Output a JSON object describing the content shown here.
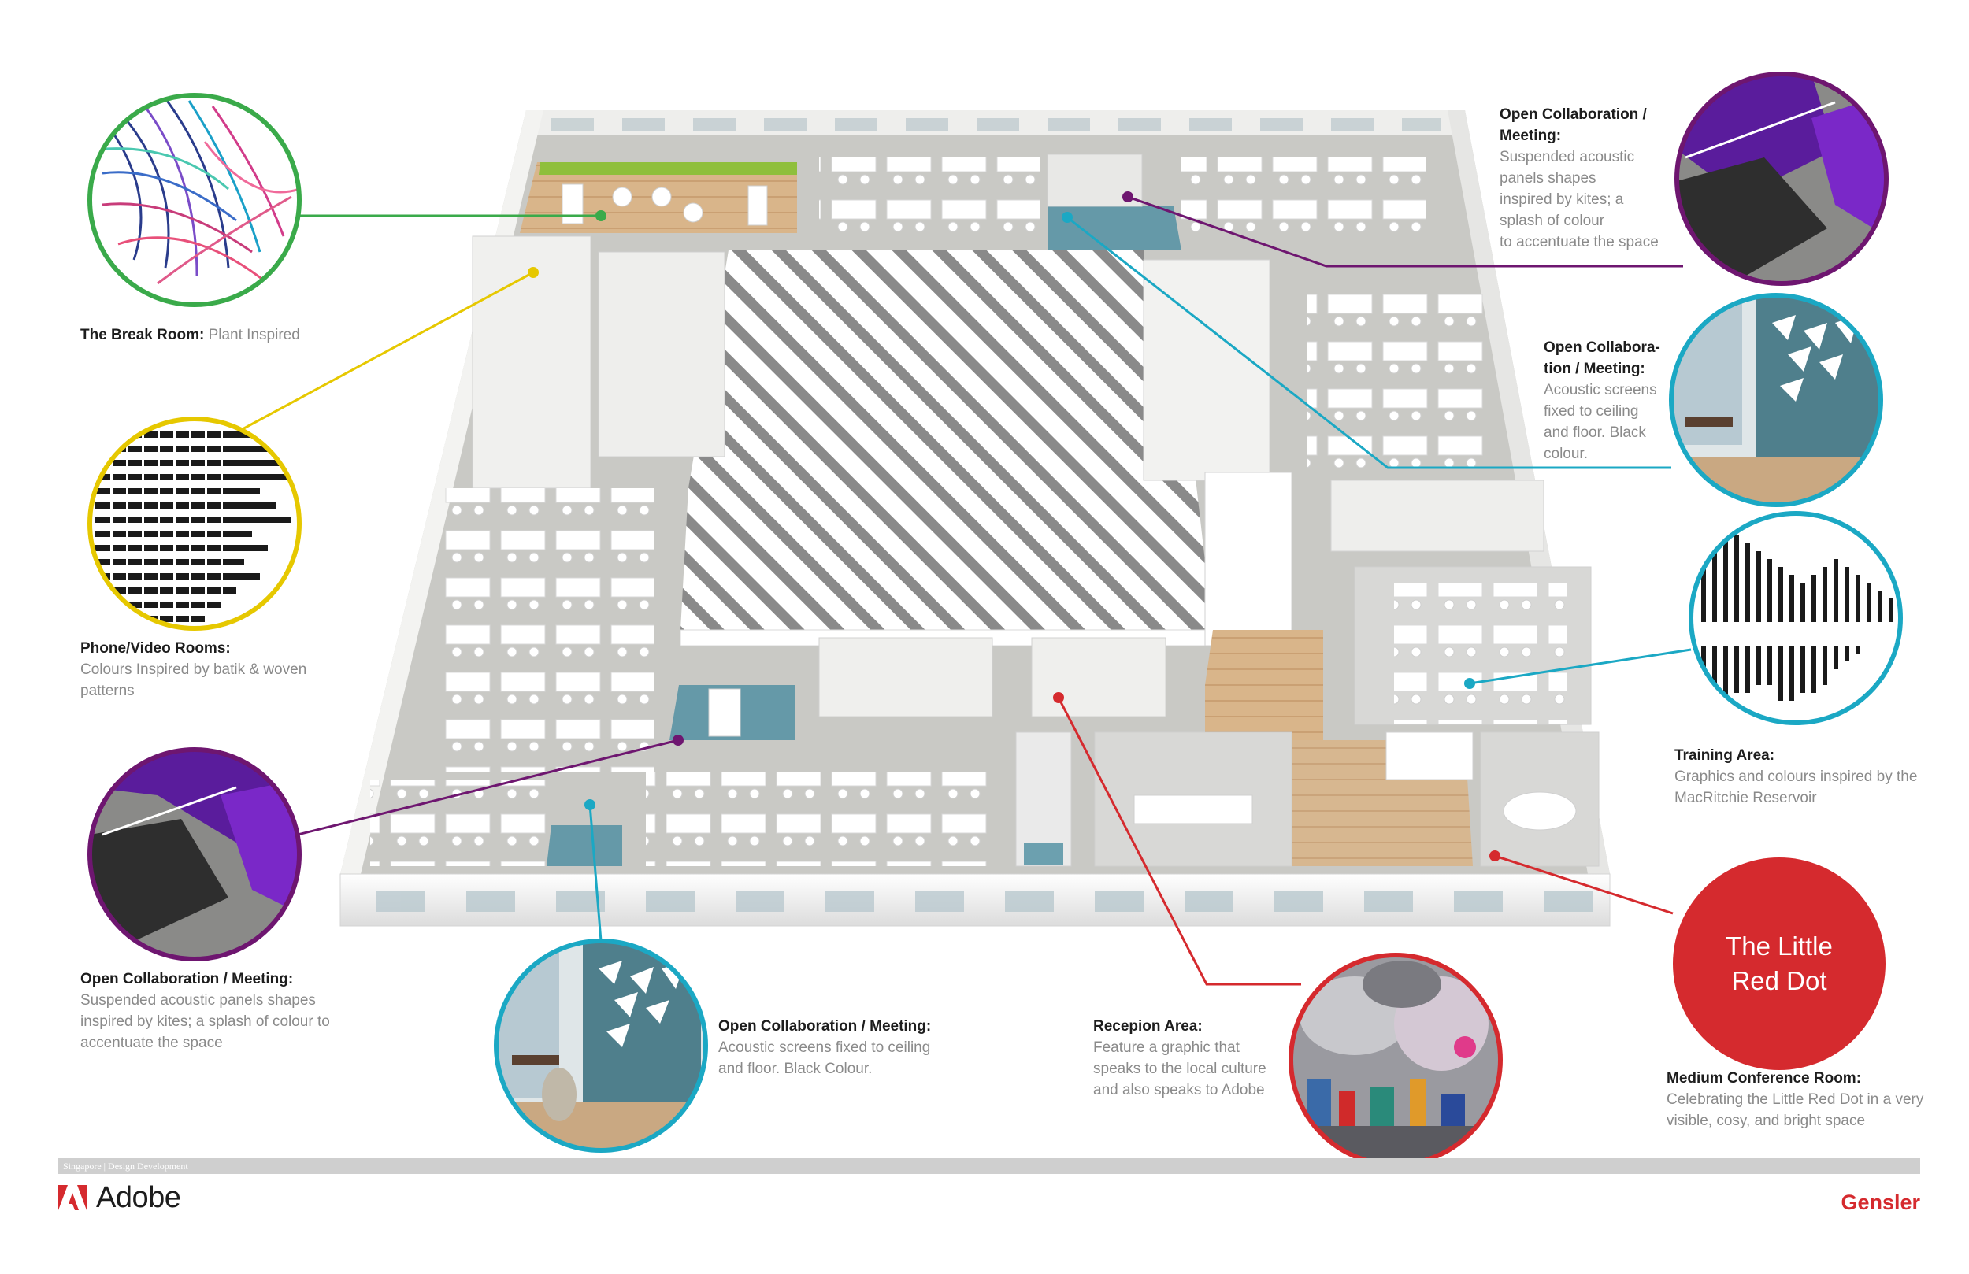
{
  "callouts": {
    "break_room": {
      "title": "The Break Room:",
      "body": "Plant Inspired"
    },
    "phone_video": {
      "title": "Phone/Video Rooms:",
      "body": "Colours Inspired by batik & woven patterns"
    },
    "open_collab_left": {
      "title": "Open Collaboration / Meeting:",
      "body": "Suspended acoustic panels shapes inspired by kites; a splash of colour to accentuate the space"
    },
    "open_collab_bottom": {
      "title": "Open Collaboration / Meeting:",
      "body": "Acoustic screens fixed to ceiling\nand floor. Black Colour."
    },
    "reception": {
      "title": "Recepion Area:",
      "body": "Feature a graphic that\nspeaks to the local culture\nand also speaks to Adobe"
    },
    "medium_conference": {
      "title": "Medium Conference Room:",
      "body": "Celebrating the Little Red Dot in a very visible, cosy, and bright space"
    },
    "training": {
      "title": "Training Area:",
      "body": "Graphics and colours inspired by the MacRitchie Reservoir"
    },
    "open_collab_right_screens": {
      "title": "Open Collabora-\ntion / Meeting:",
      "body": "Acoustic screens\nfixed to ceiling\nand floor. Black\ncolour."
    },
    "open_collab_top_right": {
      "title": "Open Collaboration /\nMeeting:",
      "body": "Suspended acoustic\npanels shapes\ninspired by kites; a\nsplash of colour\nto accentuate the space"
    }
  },
  "red_dot": {
    "text": "The Little\nRed Dot"
  },
  "footer": {
    "project": "Singapore | Design Development",
    "client": "Adobe",
    "firm": "Gensler"
  },
  "colors": {
    "green": "#3aaa4a",
    "yellow": "#e6c800",
    "purple": "#6e1670",
    "teal": "#1ba8c4",
    "red": "#d52a2e",
    "floor": "#c8c8c4",
    "wall": "#f0f0ee"
  }
}
